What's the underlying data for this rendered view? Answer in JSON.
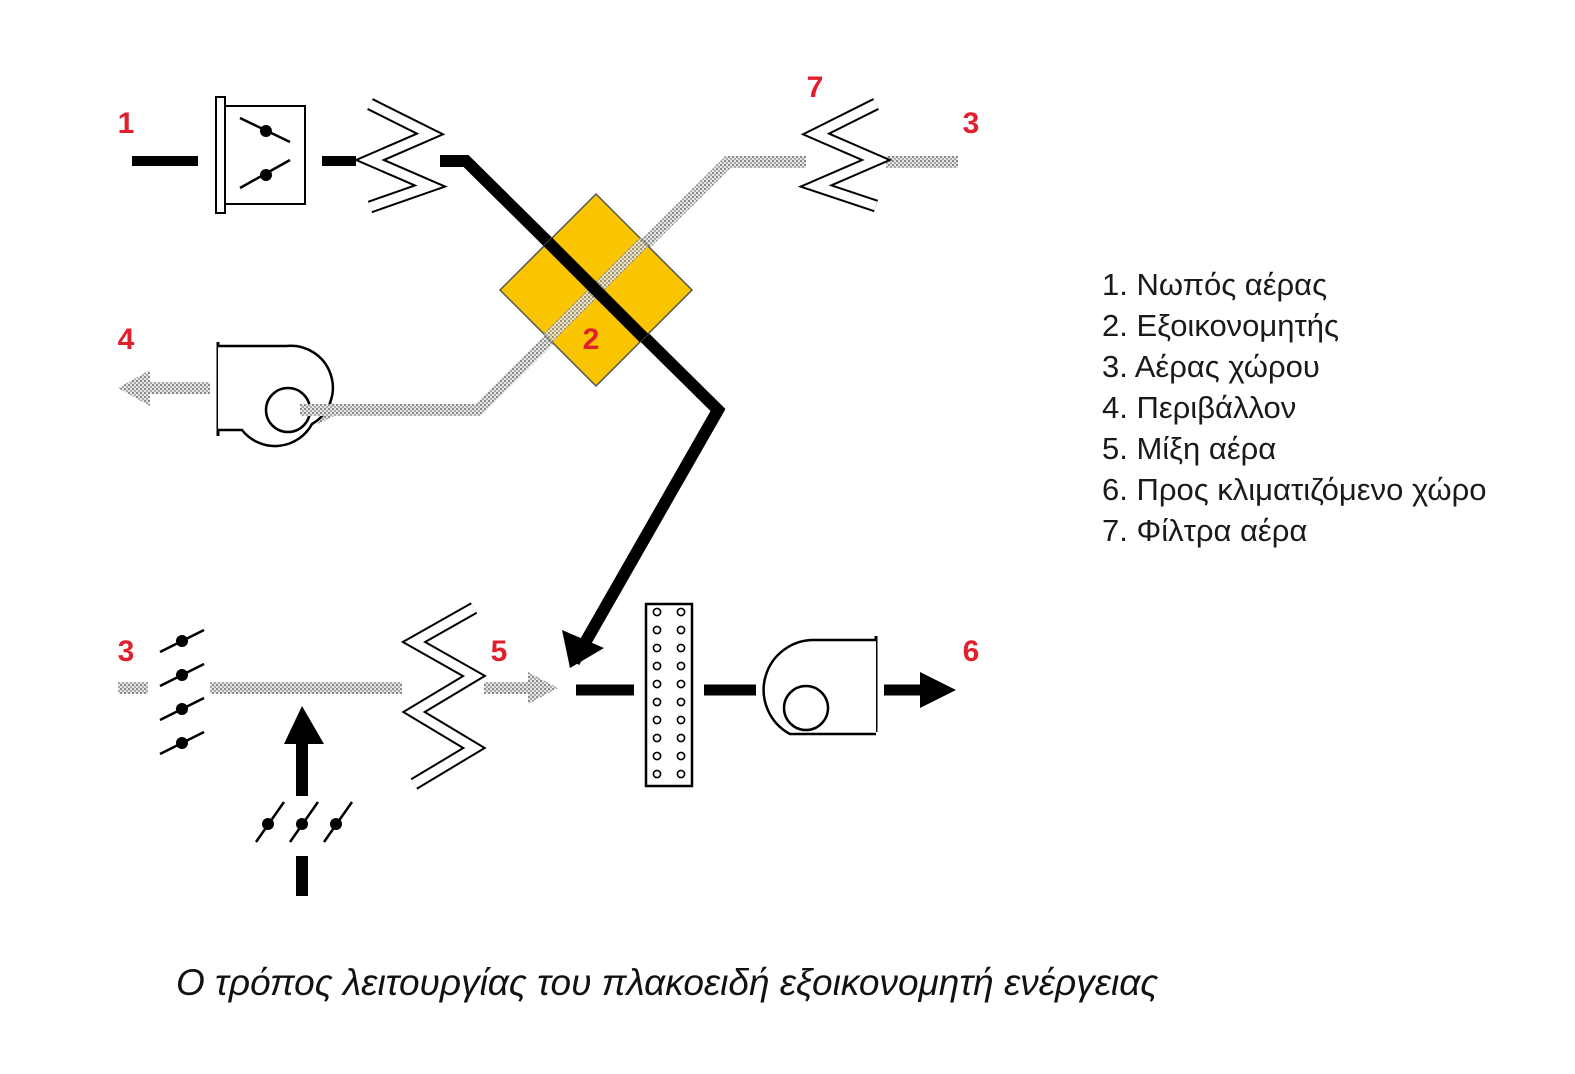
{
  "colors": {
    "marker": "#e0202c",
    "exchanger": "#f9c400",
    "supply_line": "#000000",
    "return_line": "#b8b8b8"
  },
  "markers": {
    "m1": "1",
    "m2": "2",
    "m3_top": "3",
    "m4": "4",
    "m7": "7",
    "m3_bottom": "3",
    "m5": "5",
    "m6": "6"
  },
  "legend": {
    "items": [
      "1. Νωπός αέρας",
      "2. Εξοικονομητής",
      "3. Αέρας χώρου",
      "4. Περιβάλλον",
      "5. Μίξη αέρα",
      "6. Προς κλιματιζόμενο χώρο",
      "7. Φίλτρα αέρα"
    ]
  },
  "caption": "Ο τρόπος λειτουργίας του πλακοειδή εξοικονομητή ενέργειας"
}
